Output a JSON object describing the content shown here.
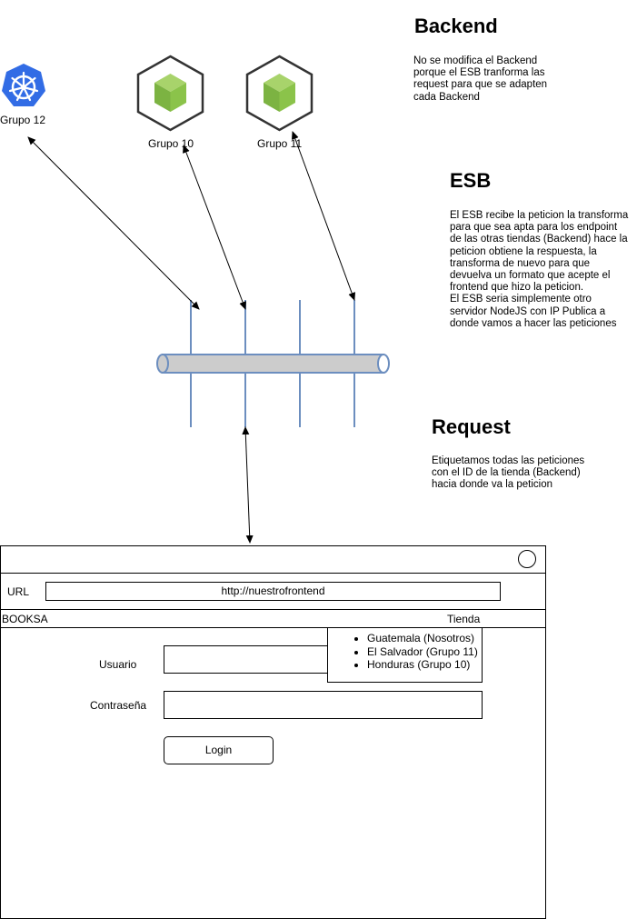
{
  "backend": {
    "title": "Backend",
    "description": "No se modifica el Backend porque el ESB tranforma las request para que se adapten cada Backend"
  },
  "esb": {
    "title": "ESB",
    "description_1": "El ESB recibe la peticion la transforma para que sea apta para los endpoint de las otras tiendas (Backend) hace la peticion obtiene la respuesta, la transforma de nuevo para que devuelva un formato que acepte el frontend que hizo la peticion.",
    "description_2": "El ESB seria simplemente otro servidor NodeJS con IP Publica a donde vamos a hacer las peticiones"
  },
  "request": {
    "title": "Request",
    "description": "Etiquetamos todas las peticiones con el ID de la tienda (Backend) hacia donde va la peticion"
  },
  "nodes": {
    "grupo12": "Grupo 12",
    "grupo10": "Grupo 10",
    "grupo11": "Grupo 11"
  },
  "mockup": {
    "url_label": "URL",
    "url_value": "http://nuestrofrontend",
    "brand": "BOOKSA",
    "store_label": "Tienda",
    "store_options": [
      "Guatemala (Nosotros)",
      "El Salvador (Grupo 11)",
      "Honduras (Grupo 10)"
    ],
    "user_label": "Usuario",
    "password_label": "Contraseña",
    "login_button": "Login"
  },
  "colors": {
    "kubernetes": "#326CE5",
    "cube_green": "#8BC34A",
    "cube_outline": "#333333",
    "bus_fill": "#CCCCCC",
    "bus_stroke": "#6C8EBF"
  }
}
